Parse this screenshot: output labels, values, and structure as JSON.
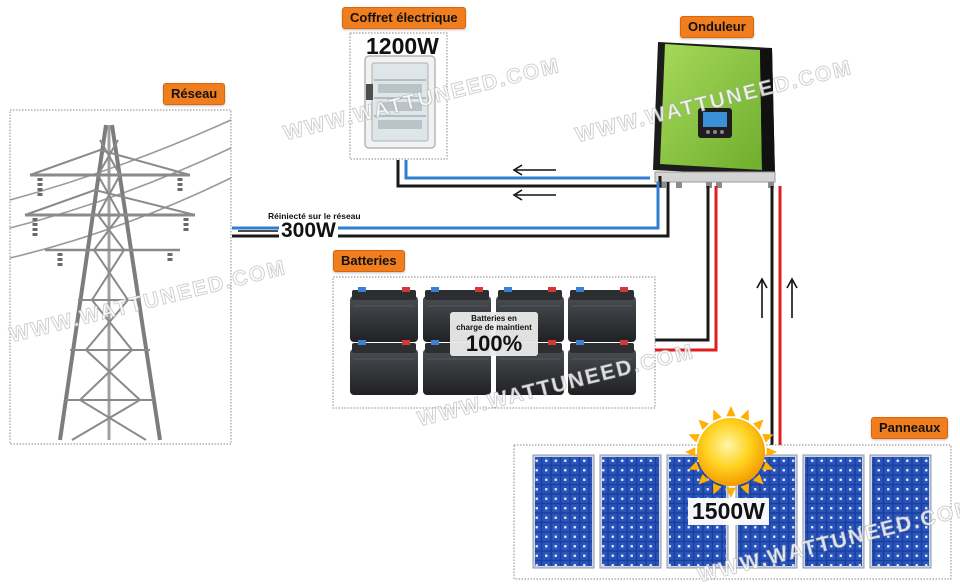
{
  "labels": {
    "reseau": "Réseau",
    "coffret": "Coffret électrique",
    "onduleur": "Onduleur",
    "batteries": "Batteries",
    "panneaux": "Panneaux"
  },
  "values": {
    "coffret_power": "1200W",
    "grid_power": "300W",
    "grid_note": "Réinjecté sur le réseau",
    "battery_note_line1": "Batteries en",
    "battery_note_line2": "charge de maintient",
    "battery_level": "100%",
    "panel_power": "1500W"
  },
  "watermark": "WWW.WATTUNEED.COM",
  "colors": {
    "badge": "#f07d1e",
    "wire_blue": "#2f7fd0",
    "wire_black": "#1a1a1a",
    "wire_red": "#e01e1e",
    "inverter": "#8cc63f",
    "panel": "#1b3f9e"
  }
}
